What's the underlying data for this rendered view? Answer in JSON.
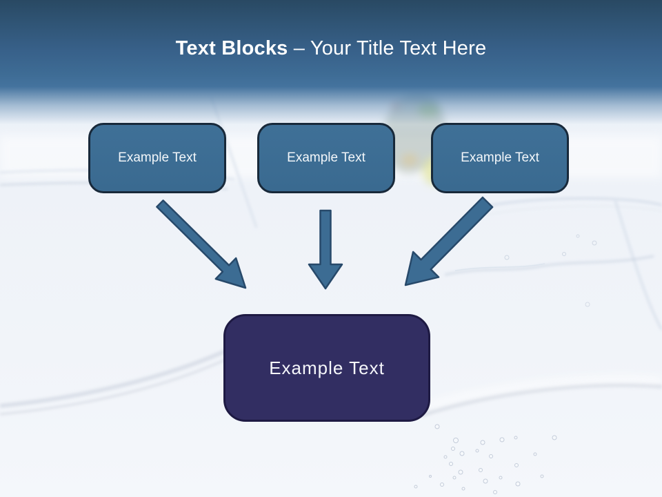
{
  "slide": {
    "title": {
      "bold": "Text Blocks",
      "rest": " – Your Title Text Here"
    },
    "blocks": [
      {
        "label": "Example Text"
      },
      {
        "label": "Example Text"
      },
      {
        "label": "Example Text"
      }
    ],
    "target": {
      "label": "Example Text"
    },
    "colors": {
      "header_top": "#294963",
      "header_blue": "#3e6c95",
      "block_fill": "#3c6c93",
      "block_border": "#18293a",
      "target_fill": "#322e62",
      "target_border": "#1e1a43",
      "arrow_fill": "#3c6c93",
      "arrow_outline": "#27496a",
      "title_color": "#ffffff",
      "background": "#f1f4f9"
    }
  }
}
